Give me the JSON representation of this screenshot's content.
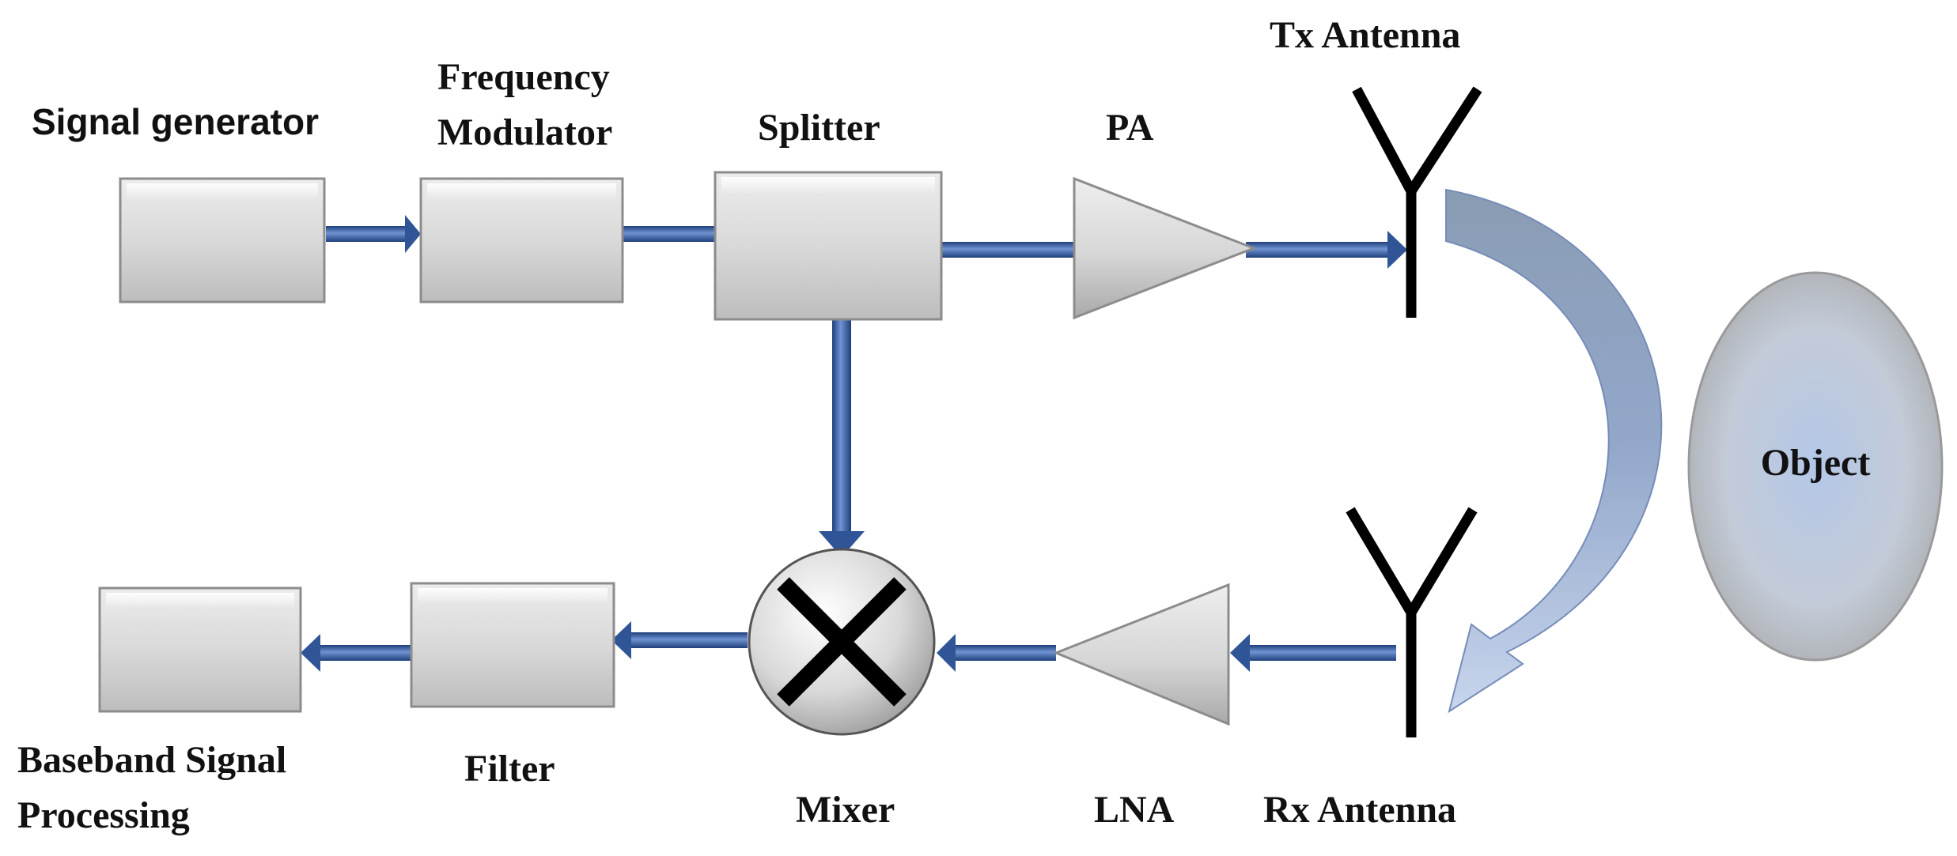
{
  "diagram": {
    "labels": {
      "signal_generator": "Signal generator",
      "frequency_modulator_line1": "Frequency",
      "frequency_modulator_line2": "Modulator",
      "splitter": "Splitter",
      "pa": "PA",
      "tx_antenna": "Tx Antenna",
      "object": "Object",
      "rx_antenna": "Rx Antenna",
      "lna": "LNA",
      "mixer": "Mixer",
      "filter": "Filter",
      "baseband_line1": "Baseband Signal",
      "baseband_line2": "Processing"
    },
    "colors": {
      "block_fill": "#d9d9d9",
      "arrow": "#2f5597",
      "arrow_highlight": "#8faadc",
      "antenna": "#000000",
      "object_fill": "#b4c7e7",
      "object_edge": "#a6a6a6",
      "reflection_arrow": "#8497b0"
    }
  }
}
